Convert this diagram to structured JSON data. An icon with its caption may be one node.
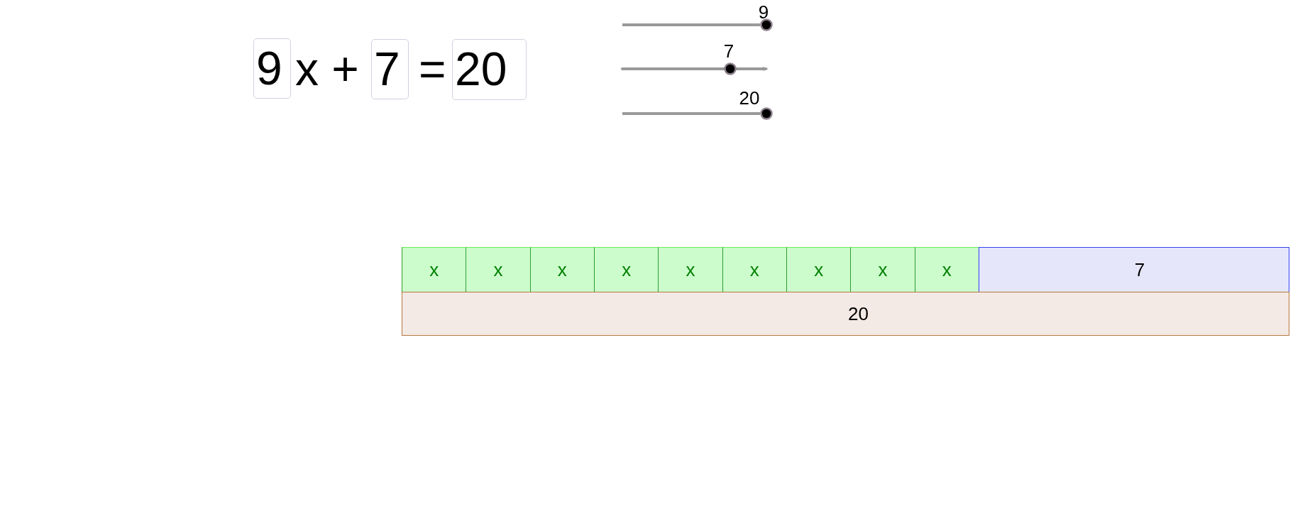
{
  "diagram": {
    "nodes": [
      {
        "text": [
          "9"
        ]
      },
      {
        "text": [
          "7"
        ]
      },
      {
        "text": [
          "20"
        ]
      },
      {
        "text": [
          "x"
        ]
      },
      {
        "text": [
          "x"
        ]
      },
      {
        "text": [
          "x"
        ]
      },
      {
        "text": [
          "x"
        ]
      },
      {
        "text": [
          "x"
        ]
      },
      {
        "text": [
          "x"
        ]
      },
      {
        "text": [
          "x"
        ]
      },
      {
        "text": [
          "x"
        ]
      },
      {
        "text": [
          "x"
        ]
      },
      {
        "text": [
          "7"
        ]
      },
      {
        "text": [
          "20"
        ]
      }
    ],
    "labels": [
      "x +",
      "=",
      "9",
      "7",
      "20"
    ]
  }
}
